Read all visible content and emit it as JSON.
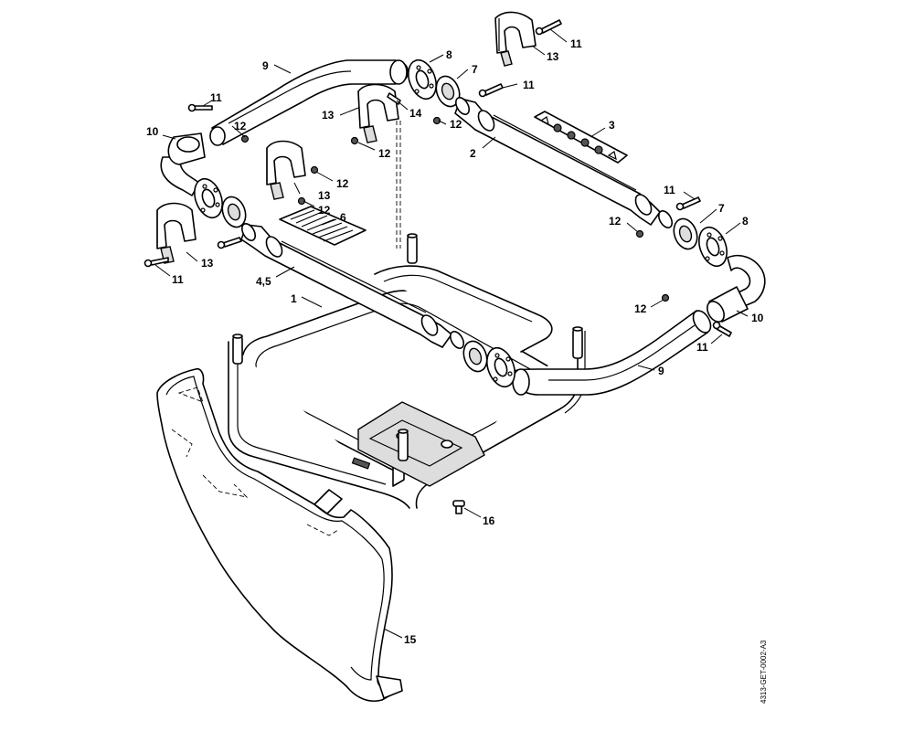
{
  "diagram": {
    "reference_code": "4313-GET-0002-A3",
    "callouts": [
      "9",
      "8",
      "7",
      "11",
      "13",
      "11",
      "11",
      "12",
      "13",
      "14",
      "12",
      "3",
      "10",
      "12",
      "2",
      "12",
      "13",
      "12",
      "11",
      "6",
      "7",
      "12",
      "8",
      "13",
      "11",
      "4,5",
      "1",
      "12",
      "10",
      "11",
      "9",
      "16",
      "15"
    ]
  }
}
